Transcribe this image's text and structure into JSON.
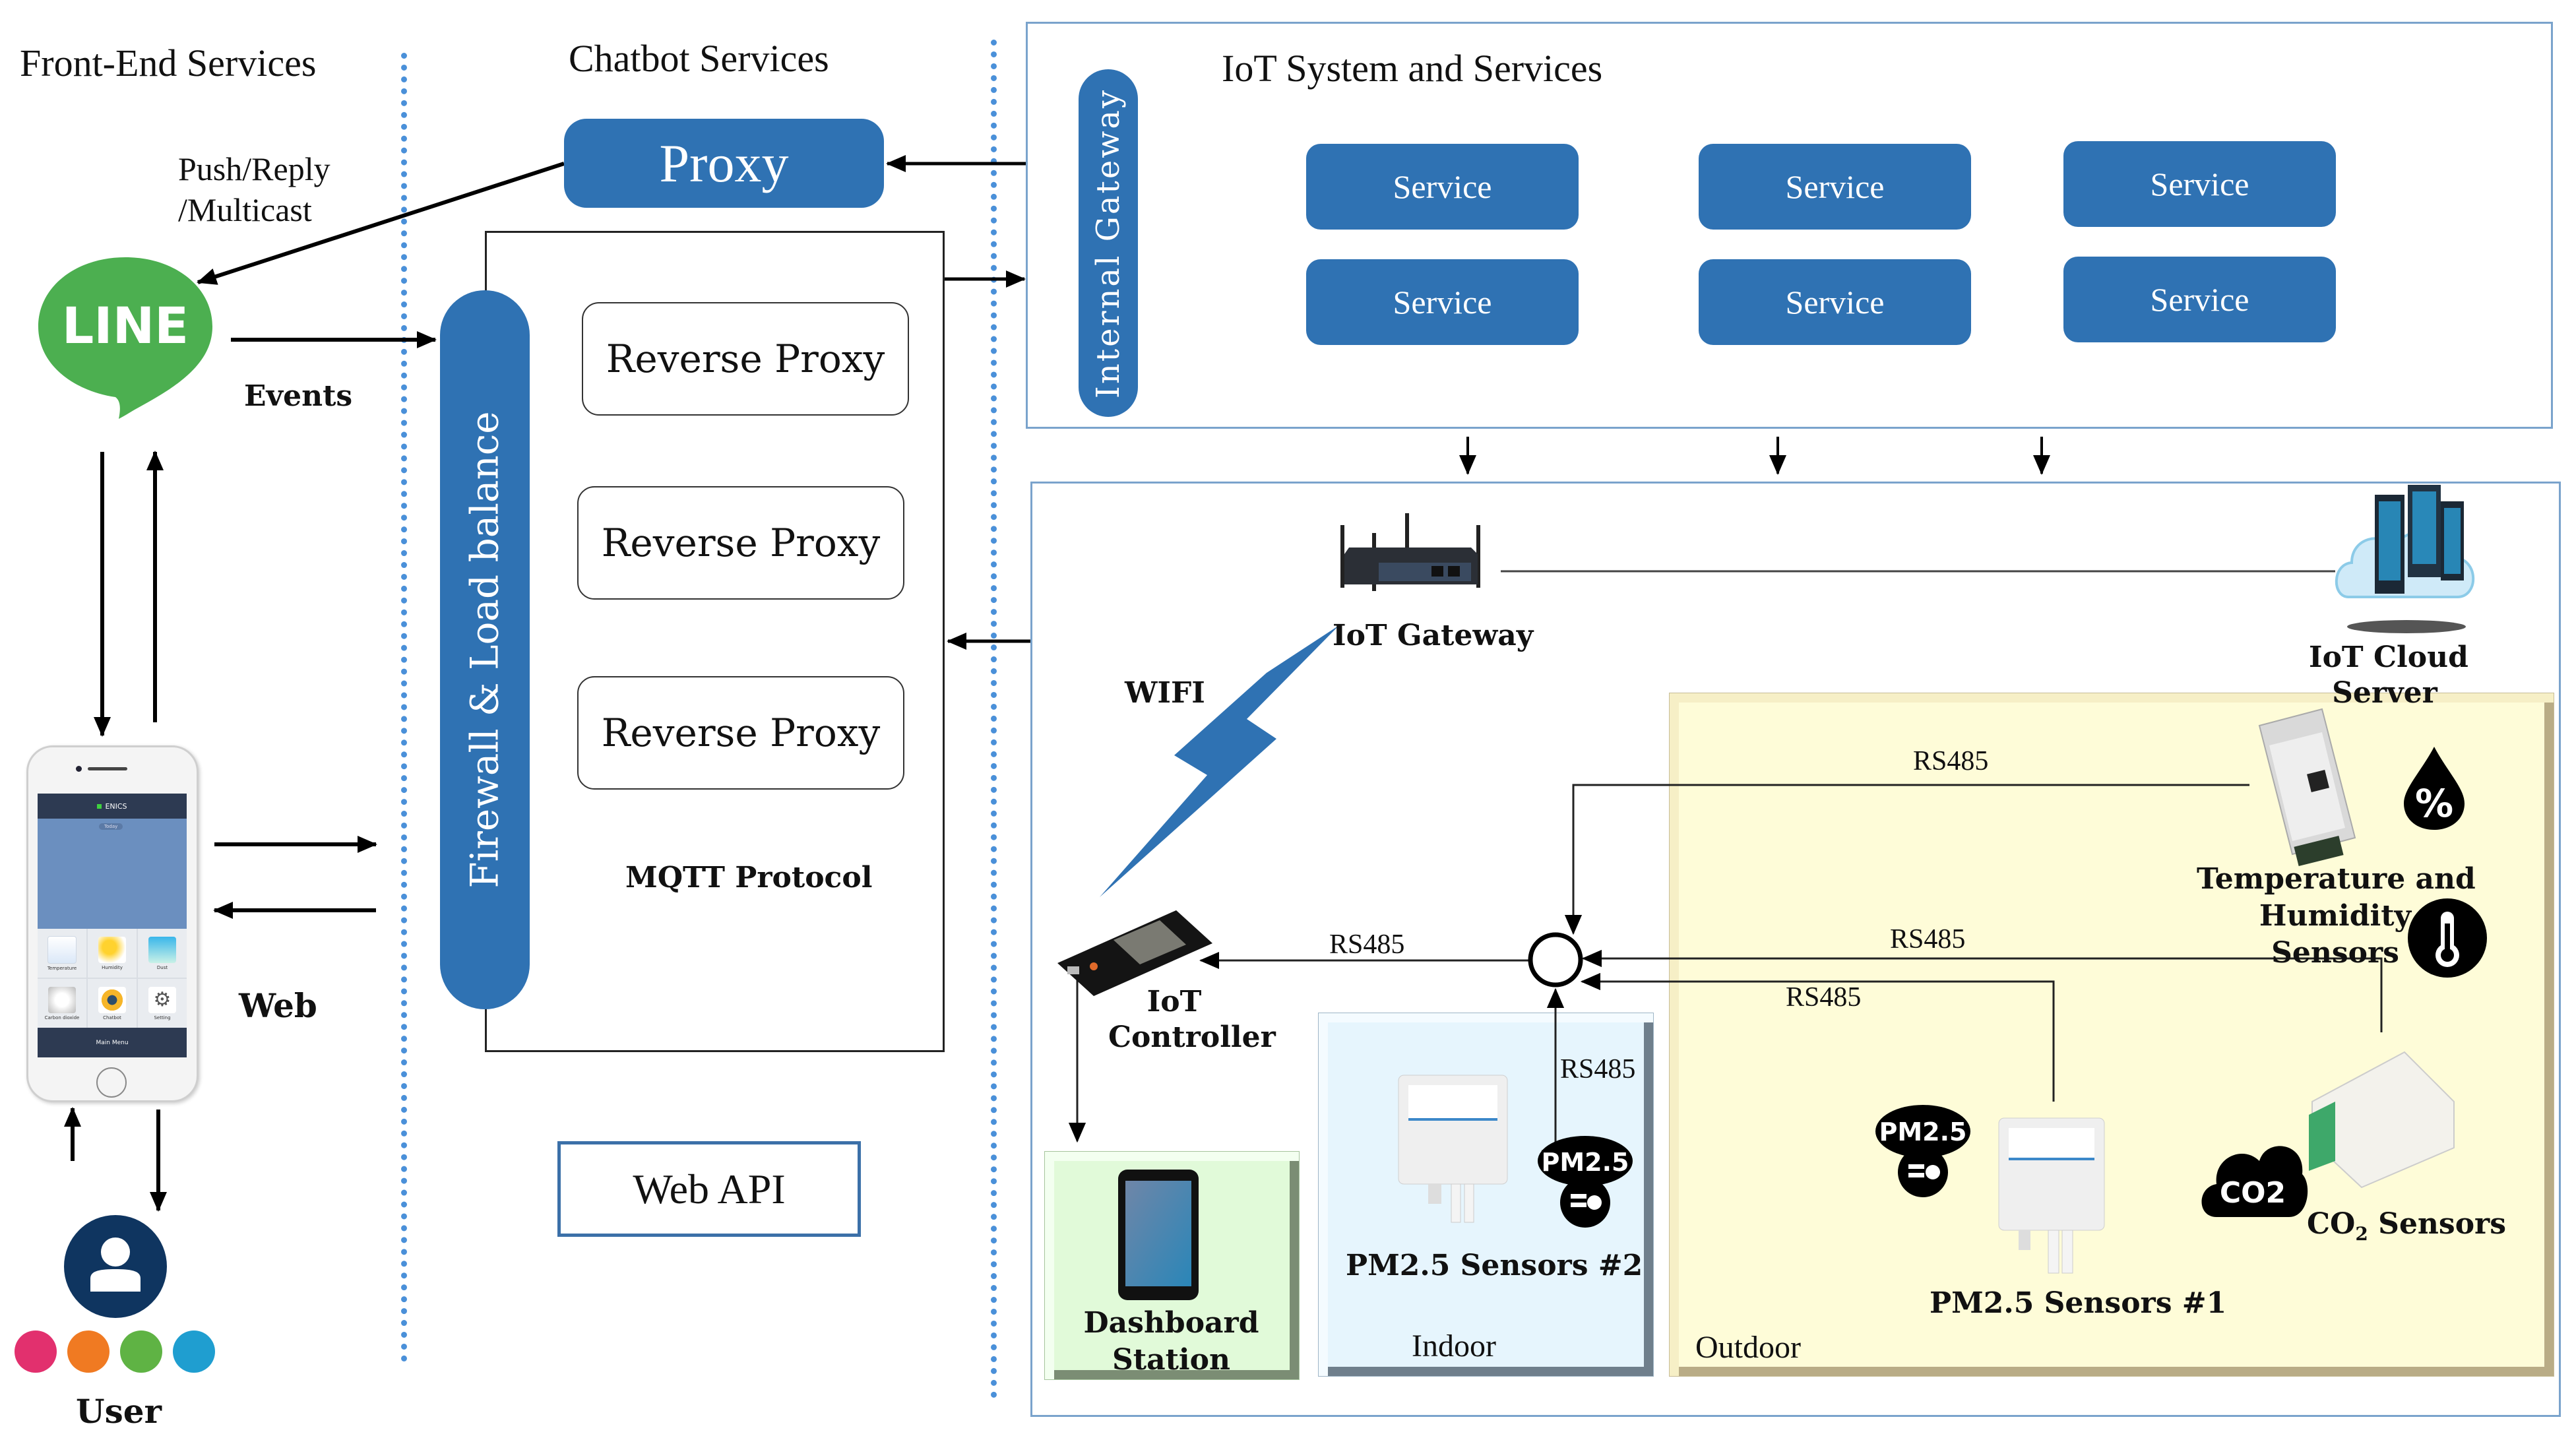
{
  "columns": {
    "front_end": "Front-End Services",
    "chatbot": "Chatbot Services",
    "iot": "IoT System and Services"
  },
  "front_end": {
    "line_logo_text": "LINE",
    "push_reply_label_line1": "Push/Reply",
    "push_reply_label_line2": "/Multicast",
    "events_label": "Events",
    "web_label": "Web",
    "user_label": "User",
    "phone": {
      "app_title": "ENICS",
      "chip": "Today",
      "tiles": [
        "Temperature",
        "Humidity",
        "Dust",
        "Carbon dioxide",
        "Chatbot",
        "Setting"
      ],
      "bottom_menu": "Main Menu"
    }
  },
  "chatbot": {
    "proxy": "Proxy",
    "firewall": "Firewall & Load balance",
    "reverse_proxies": [
      "Reverse Proxy",
      "Reverse Proxy",
      "Reverse Proxy"
    ],
    "mqtt": "MQTT Protocol",
    "web_api": "Web API"
  },
  "iot_services": {
    "internal_gateway": "Internal Gateway",
    "services": [
      "Service",
      "Service",
      "Service",
      "Service",
      "Service",
      "Service"
    ]
  },
  "iot_devices": {
    "gateway": "IoT Gateway",
    "cloud_line1": "IoT Cloud",
    "cloud_line2": "Server",
    "wifi": "WIFI",
    "controller_line1": "IoT",
    "controller_line2": "Controller",
    "dashboard_line1": "Dashboard",
    "dashboard_line2": "Station",
    "indoor": "Indoor",
    "outdoor": "Outdoor",
    "pm25_indoor": "PM2.5 Sensors #2",
    "pm25_outdoor": "PM2.5 Sensors #1",
    "temp_hum_line1": "Temperature and",
    "temp_hum_line2": "Humidity",
    "temp_hum_line3": "Sensors",
    "co2_prefix": "CO",
    "co2_sub": "2",
    "co2_suffix": " Sensors",
    "pm25_badge": "PM2.5",
    "co2_badge": "CO2",
    "humidity_badge": "%",
    "rs485_labels": [
      "RS485",
      "RS485",
      "RS485",
      "RS485",
      "RS485"
    ]
  },
  "colors": {
    "primary_blue": "#2f72b3",
    "line_green": "#4caf50",
    "divider_blue": "#4a90d9",
    "outdoor_bg": "#fefcd8",
    "indoor_bg": "#e6f5fd",
    "dashboard_bg": "#e1fad9"
  }
}
